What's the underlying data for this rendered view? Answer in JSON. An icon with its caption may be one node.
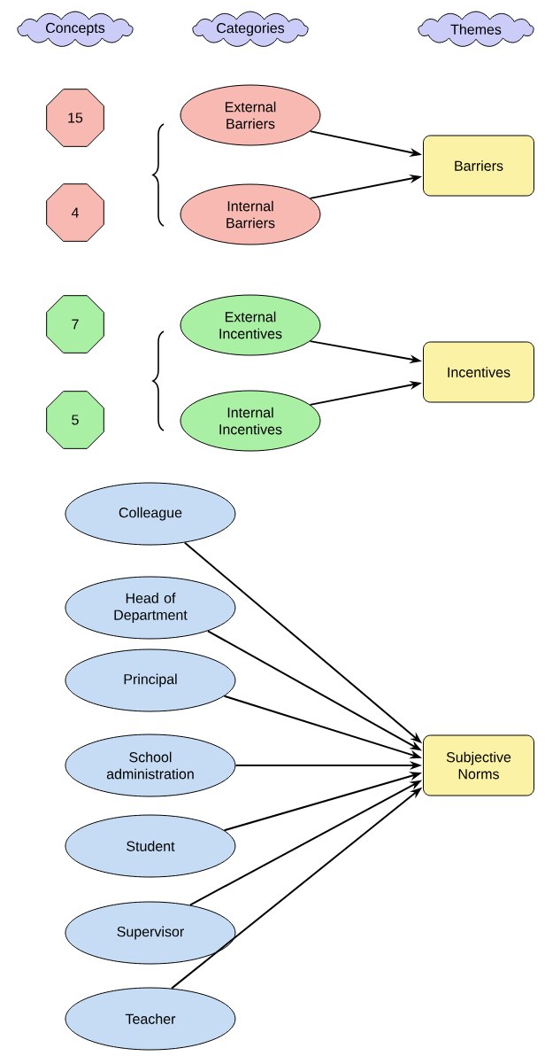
{
  "diagram": {
    "nodes": [
      {
        "text": [
          "Concepts"
        ]
      },
      {
        "text": [
          "Categories"
        ]
      },
      {
        "text": [
          "Themes"
        ]
      },
      {
        "text": [
          "15"
        ]
      },
      {
        "text": [
          "External Barriers"
        ]
      },
      {
        "text": [
          "Barriers"
        ]
      },
      {
        "text": [
          "4"
        ]
      },
      {
        "text": [
          "Internal Barriers"
        ]
      },
      {
        "text": [
          "7"
        ]
      },
      {
        "text": [
          "External Incentives"
        ]
      },
      {
        "text": [
          "Incentives"
        ]
      },
      {
        "text": [
          "5"
        ]
      },
      {
        "text": [
          "Internal Incentives"
        ]
      },
      {
        "text": [
          "Colleague"
        ]
      },
      {
        "text": [
          "Head of Department"
        ]
      },
      {
        "text": [
          "Principal"
        ]
      },
      {
        "text": [
          "School administration"
        ]
      },
      {
        "text": [
          "Subjective Norms"
        ]
      },
      {
        "text": [
          "Student"
        ]
      },
      {
        "text": [
          "Supervisor"
        ]
      },
      {
        "text": [
          "Teacher"
        ]
      }
    ],
    "edges": [
      {
        "from": 4,
        "to": 5,
        "arrow": "to"
      },
      {
        "from": 7,
        "to": 5,
        "arrow": "to"
      },
      {
        "from": 9,
        "to": 10,
        "arrow": "to"
      },
      {
        "from": 12,
        "to": 10,
        "arrow": "to"
      },
      {
        "from": 13,
        "to": 17,
        "arrow": "to"
      },
      {
        "from": 14,
        "to": 17,
        "arrow": "to"
      },
      {
        "from": 15,
        "to": 17,
        "arrow": "to"
      },
      {
        "from": 16,
        "to": 17,
        "arrow": "to"
      },
      {
        "from": 18,
        "to": 17,
        "arrow": "to"
      },
      {
        "from": 19,
        "to": 17,
        "arrow": "to"
      },
      {
        "from": 20,
        "to": 17,
        "arrow": "to"
      }
    ]
  }
}
